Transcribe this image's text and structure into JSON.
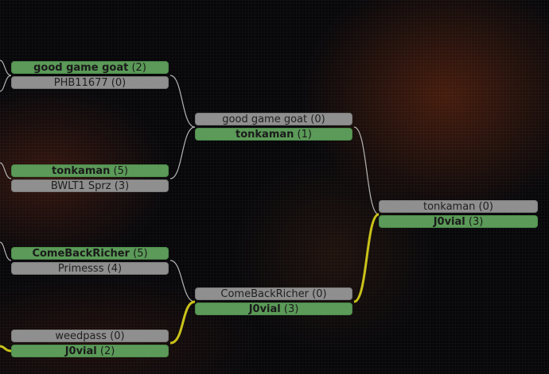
{
  "colors": {
    "winner_fill": "#5b9a58",
    "loser_fill": "#8f8f8f",
    "connector": "#b5b5b5",
    "highlight_path": "#c9c21a"
  },
  "bracket": {
    "round1": {
      "m1": {
        "top": {
          "name": "good game goat",
          "score": "2"
        },
        "bottom": {
          "name": "PHB11677",
          "score": "0"
        }
      },
      "m2": {
        "top": {
          "name": "tonkaman",
          "score": "5"
        },
        "bottom": {
          "name": "BWLT1 Sprz",
          "score": "3"
        }
      },
      "m3": {
        "top": {
          "name": "ComeBackRicher",
          "score": "5"
        },
        "bottom": {
          "name": "Primesss",
          "score": "4"
        }
      },
      "m4": {
        "top": {
          "name": "weedpass",
          "score": "0"
        },
        "bottom": {
          "name": "J0vial",
          "score": "2"
        }
      }
    },
    "round2": {
      "m1": {
        "top": {
          "name": "good game goat",
          "score": "0"
        },
        "bottom": {
          "name": "tonkaman",
          "score": "1"
        }
      },
      "m2": {
        "top": {
          "name": "ComeBackRicher",
          "score": "0"
        },
        "bottom": {
          "name": "J0vial",
          "score": "3"
        }
      }
    },
    "final": {
      "m1": {
        "top": {
          "name": "tonkaman",
          "score": "0"
        },
        "bottom": {
          "name": "J0vial",
          "score": "3"
        }
      }
    }
  }
}
